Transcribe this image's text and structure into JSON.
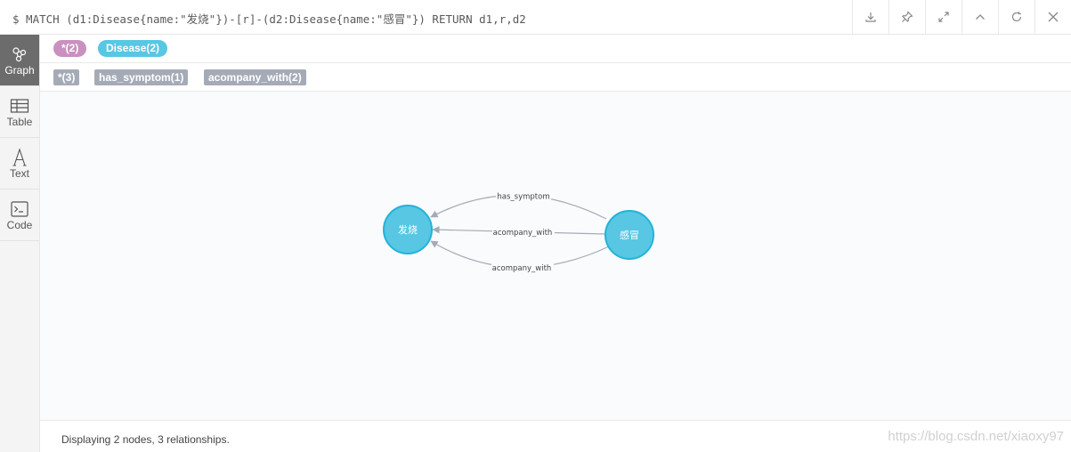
{
  "query": {
    "text": "$ MATCH (d1:Disease{name:\"发烧\"})-[r]-(d2:Disease{name:\"感冒\"}) RETURN d1,r,d2"
  },
  "toolbar": {
    "buttons": [
      {
        "name": "download-icon"
      },
      {
        "name": "pin-icon"
      },
      {
        "name": "expand-icon"
      },
      {
        "name": "collapse-icon"
      },
      {
        "name": "rerun-icon"
      },
      {
        "name": "close-icon"
      }
    ]
  },
  "sidebar": {
    "items": [
      {
        "label": "Graph",
        "icon": "graph-icon",
        "active": true
      },
      {
        "label": "Table",
        "icon": "table-icon",
        "active": false
      },
      {
        "label": "Text",
        "icon": "text-icon",
        "active": false
      },
      {
        "label": "Code",
        "icon": "code-icon",
        "active": false
      }
    ]
  },
  "legend": {
    "node_labels": [
      {
        "text": "*(2)",
        "color": "#c990c0"
      },
      {
        "text": "Disease(2)",
        "color": "#57c7e3"
      }
    ],
    "relationship_types": [
      {
        "text": "*(3)"
      },
      {
        "text": "has_symptom(1)"
      },
      {
        "text": "acompany_with(2)"
      }
    ]
  },
  "graph": {
    "node_color": "#57c7e3",
    "node_border": "#23b3d7",
    "edge_color": "#a5abb6",
    "nodes": [
      {
        "id": "n1",
        "label": "发烧"
      },
      {
        "id": "n2",
        "label": "感冒"
      }
    ],
    "relationships": [
      {
        "label": "has_symptom"
      },
      {
        "label": "acompany_with"
      },
      {
        "label": "acompany_with"
      }
    ]
  },
  "footer": {
    "status": "Displaying 2 nodes, 3 relationships.",
    "watermark": "https://blog.csdn.net/xiaoxy97"
  }
}
